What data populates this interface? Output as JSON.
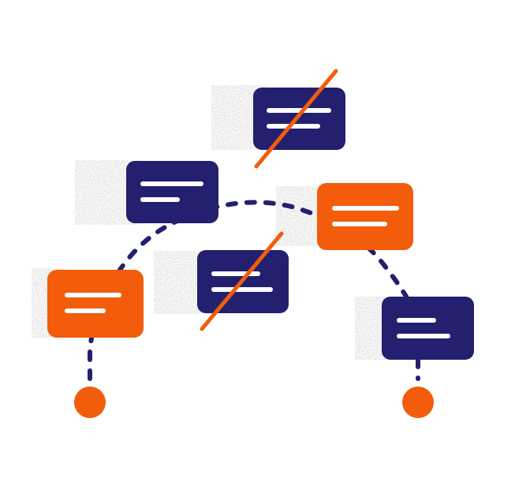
{
  "colors": {
    "navy": "#23206f",
    "orange": "#f25c0a",
    "line_text": "#ffffff",
    "shadow": "#c7c7c7",
    "background": "#ffffff"
  },
  "diagram": {
    "nodes": [
      {
        "id": "node-top-crossed",
        "color": "navy",
        "text_lines": 2,
        "crossed_out": true
      },
      {
        "id": "node-left-upper",
        "color": "navy",
        "text_lines": 2,
        "crossed_out": false
      },
      {
        "id": "node-right-orange",
        "color": "orange",
        "text_lines": 2,
        "crossed_out": false
      },
      {
        "id": "node-center-crossed",
        "color": "navy",
        "text_lines": 2,
        "crossed_out": true
      },
      {
        "id": "node-left-orange",
        "color": "orange",
        "text_lines": 2,
        "crossed_out": false
      },
      {
        "id": "node-right-lower",
        "color": "navy",
        "text_lines": 2,
        "crossed_out": false
      }
    ],
    "endpoints": [
      {
        "id": "start-endpoint",
        "color": "orange"
      },
      {
        "id": "end-endpoint",
        "color": "orange"
      }
    ],
    "path": {
      "style": "dashed",
      "color": "navy"
    }
  }
}
